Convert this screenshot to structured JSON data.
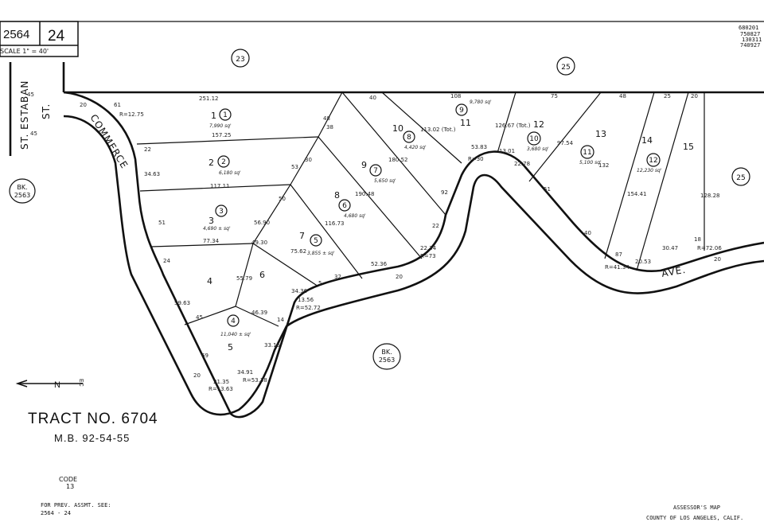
{
  "header": {
    "book": "2564",
    "page": "24",
    "scale": "SCALE 1\" = 40'",
    "top_right_codes": [
      "680201",
      "750827",
      "130311",
      "740927"
    ]
  },
  "adjacent": {
    "top_left_circle": "23",
    "top_right_circle": "25",
    "right_circle": "25",
    "left_bk_line1": "BK.",
    "left_bk_line2": "2563",
    "bottom_bk_line1": "BK.",
    "bottom_bk_line2": "2563"
  },
  "streets": {
    "commerce": "COMMERCE",
    "ave": "AVE.",
    "st_estaban": "ST. ESTABAN",
    "st": "ST."
  },
  "lots": [
    {
      "lot": "1",
      "parcel": "1",
      "area": "7,990 sq'"
    },
    {
      "lot": "2",
      "parcel": "2",
      "area": "6,180 sq'"
    },
    {
      "lot": "3",
      "parcel": "3",
      "area": "4,690 ± sq'"
    },
    {
      "lot": "4",
      "parcel": "4",
      "area": "11,040 ± sq'"
    },
    {
      "lot": "5",
      "parcel": "",
      "area": ""
    },
    {
      "lot": "6",
      "parcel": "",
      "area": ""
    },
    {
      "lot": "7",
      "parcel": "5",
      "area": "3,855 ± sq'"
    },
    {
      "lot": "8",
      "parcel": "6",
      "area": "4,680 sq'"
    },
    {
      "lot": "9",
      "parcel": "7",
      "area": "5,650 sq'"
    },
    {
      "lot": "10",
      "parcel": "8",
      "area": "4,420 sq'"
    },
    {
      "lot": "11",
      "parcel": "9",
      "area": "9,780 sq'"
    },
    {
      "lot": "12",
      "parcel": "10",
      "area": "3,680 sq'"
    },
    {
      "lot": "13",
      "parcel": "11",
      "area": "5,100 sq'"
    },
    {
      "lot": "14",
      "parcel": "12",
      "area": "12,230 sq'"
    },
    {
      "lot": "15",
      "parcel": "",
      "area": ""
    }
  ],
  "dimensions": {
    "d_251_12": "251.12",
    "d_157_25": "157.25",
    "d_117_11": "117.11",
    "d_77_34": "77.34",
    "d_40a": "40",
    "d_108": "108",
    "d_75": "75",
    "d_48": "48",
    "d_25": "25",
    "d_20a": "20",
    "d_45a": "45",
    "d_45b": "45",
    "d_45c": "45",
    "d_20b": "20",
    "d_20c": "20",
    "d_20d": "20",
    "d_20e": "20",
    "d_61": "61",
    "d_r": "R=12.75",
    "d_22": "22",
    "d_34_63": "34.63",
    "d_51": "51",
    "d_24": "24",
    "d_55_79": "55.79",
    "d_49_30": "49.30",
    "d_56_90": "56.90",
    "d_50": "50",
    "d_53": "53",
    "d_30": "30",
    "d_38": "38",
    "d_48b": "48",
    "d_75_62": "75.62",
    "d_116_73": "116.73",
    "d_52_36": "52.36",
    "d_32": "32",
    "d_190_48": "190.48",
    "d_180_52": "180.52",
    "d_113_02": "113.02 (Tot.)",
    "d_92": "92",
    "d_22b": "22",
    "d_53_83": "53.83",
    "d_r30": "R=30",
    "d_13_01": "13.01",
    "d_22_78": "22.78",
    "d_126_67": "126.67 (Tot.)",
    "d_97_54": "97.54",
    "d_132": "132",
    "d_154_41": "154.41",
    "d_128_28": "128.28",
    "d_51b": "51",
    "d_40b": "40",
    "d_87": "87",
    "d_20_53": "20.53",
    "d_30_47": "30.47",
    "d_18": "18",
    "d_r72": "R=72.06",
    "d_r41": "R=41.34",
    "d_r52": "R=52.72",
    "d_15_56": "13.56",
    "d_34_36": "34.36",
    "d_46_39": "46.39",
    "d_33_15": "33.15",
    "d_14": "14",
    "d_5": "5",
    "d_69": "69",
    "d_59_63": "59.63",
    "d_r53": "R=53.38",
    "d_r13": "R=13.63",
    "d_21_35": "21.35",
    "d_34_91": "34.91",
    "d_r73": "R=73",
    "d_2234": "22.34"
  },
  "north": {
    "label": "N",
    "suffix": "EC"
  },
  "tract": {
    "title": "TRACT NO. 6704",
    "mb": "M.B. 92-54-55"
  },
  "code": {
    "label": "CODE",
    "value": "13"
  },
  "footer": {
    "prev_line1": "FOR PREV. ASSMT. SEE:",
    "prev_line2": "2564 - 24",
    "assessor": "ASSESSOR'S MAP",
    "county": "COUNTY OF LOS ANGELES, CALIF."
  }
}
